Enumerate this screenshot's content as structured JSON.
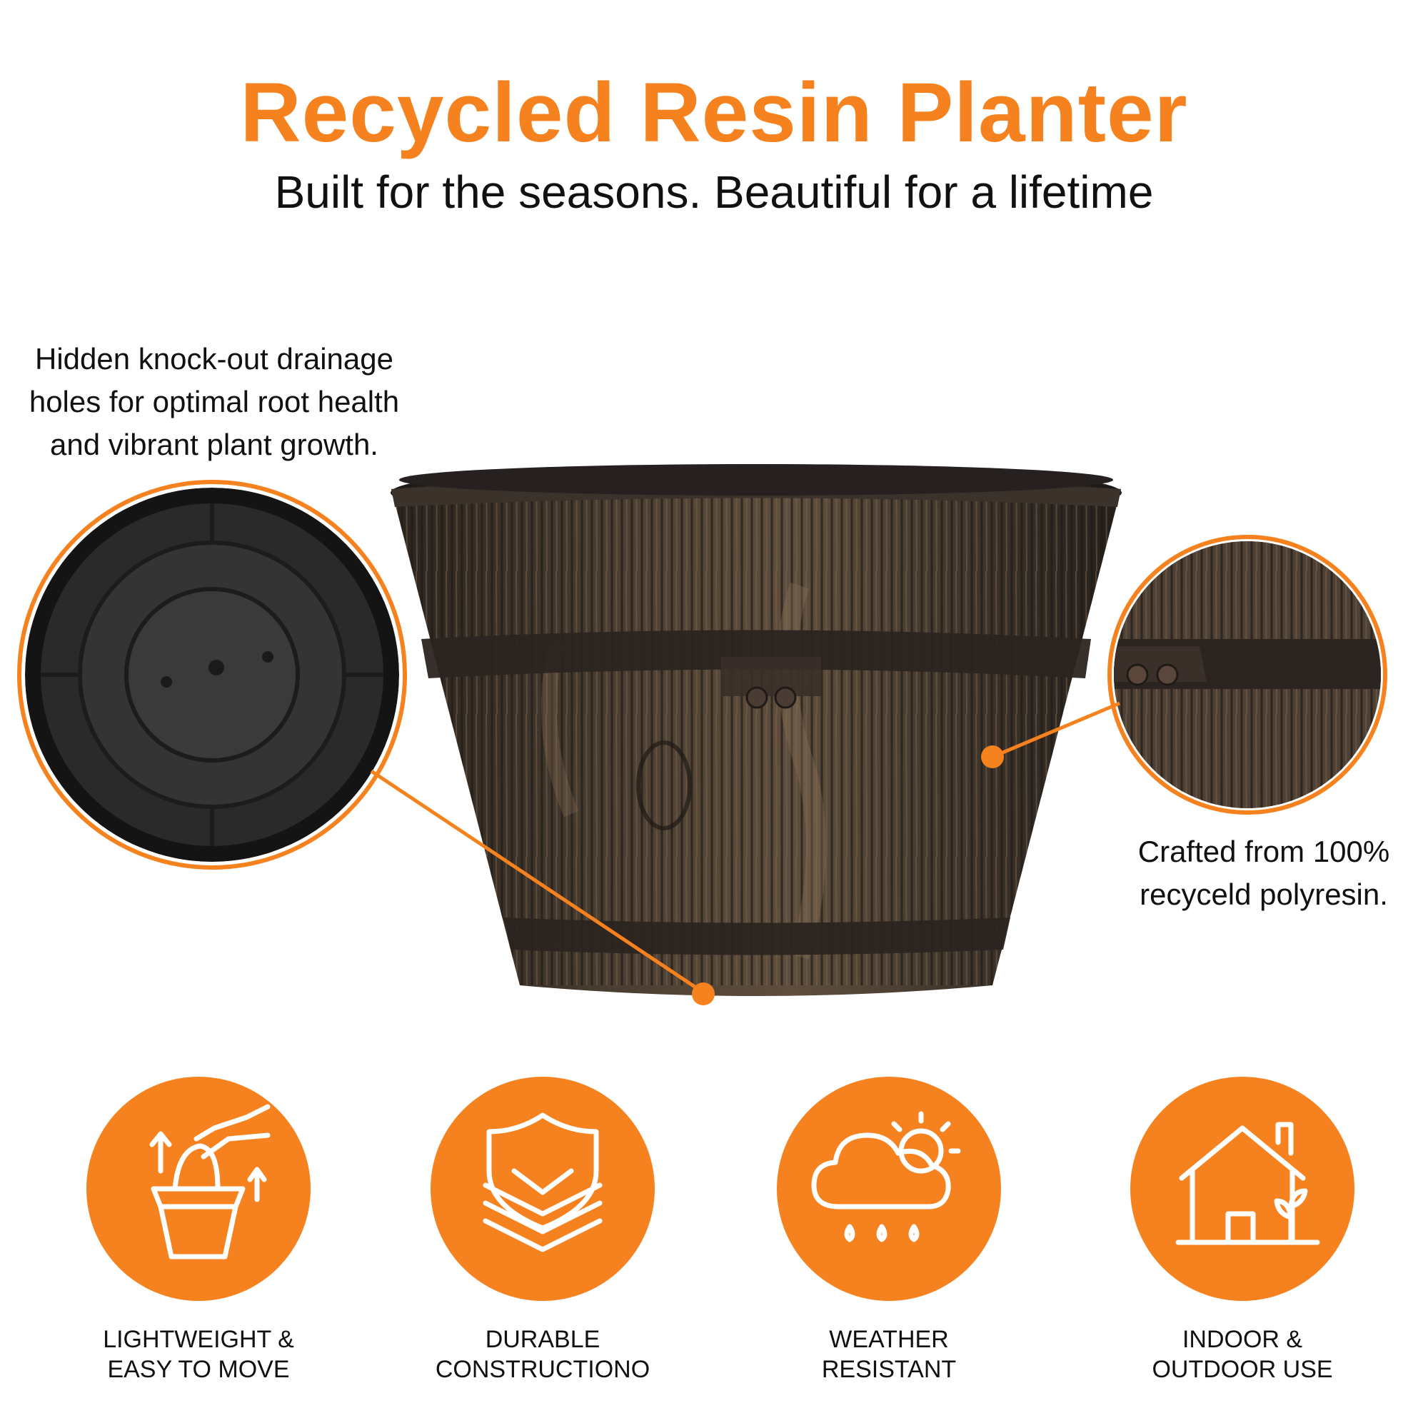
{
  "header": {
    "title": "Recycled Resin Planter",
    "subtitle": "Built for the seasons. Beautiful for a lifetime"
  },
  "callouts": {
    "drainage": [
      "Hidden knock-out drainage",
      "holes for optimal root health",
      "and vibrant plant growth."
    ],
    "material": [
      "Crafted from 100%",
      "recyceld polyresin."
    ]
  },
  "features": [
    {
      "icon": "lift-pot-icon",
      "line1": "LIGHTWEIGHT &",
      "line2": "EASY TO MOVE"
    },
    {
      "icon": "shield-layers-icon",
      "line1": "DURABLE",
      "line2": "CONSTRUCTIONO"
    },
    {
      "icon": "weather-icon",
      "line1": "WEATHER",
      "line2": "RESISTANT"
    },
    {
      "icon": "house-plant-icon",
      "line1": "INDOOR &",
      "line2": "OUTDOOR USE"
    }
  ],
  "colors": {
    "accent": "#F5821F",
    "text": "#111111",
    "wood_dark": "#2E2722",
    "wood_light": "#6E5A45"
  }
}
